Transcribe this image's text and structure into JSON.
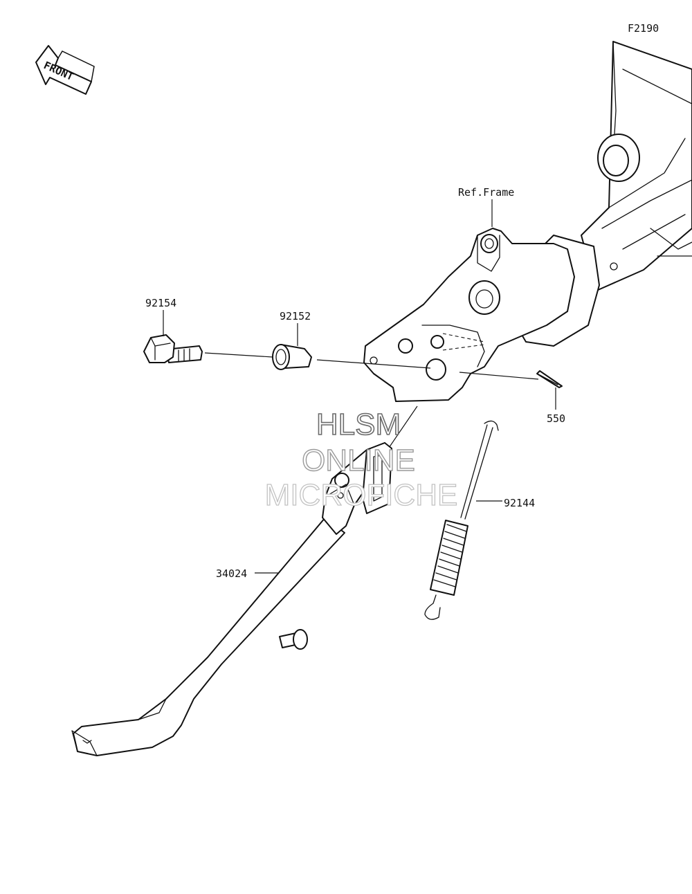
{
  "figure_code": "F2190",
  "front_arrow_label": "FRONT",
  "labels": {
    "ref_frame": "Ref.Frame",
    "bolt": "92154",
    "collar": "92152",
    "cotter_pin": "550",
    "spring": "92144",
    "side_stand": "34024"
  },
  "watermark": {
    "line1": "HLSM",
    "line2": "ONLINE",
    "line3": "MICROFICHE"
  }
}
